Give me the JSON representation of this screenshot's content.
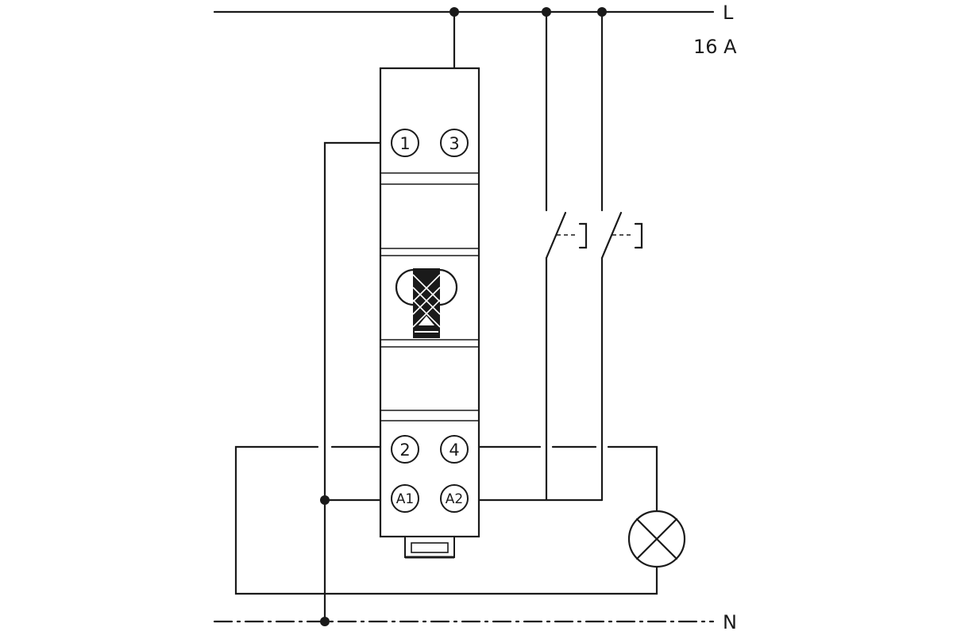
{
  "lines": {
    "phase_label": "L",
    "rating_label": "16 A",
    "neutral_label": "N"
  },
  "terminals": {
    "t1": "1",
    "t3": "3",
    "t2": "2",
    "t4": "4",
    "a1": "A1",
    "a2": "A2"
  },
  "icons": {
    "lamp": "lamp-cross-icon",
    "pushbutton": "pushbutton-switch-icon",
    "toggle": "manual-toggle-knob-icon"
  }
}
